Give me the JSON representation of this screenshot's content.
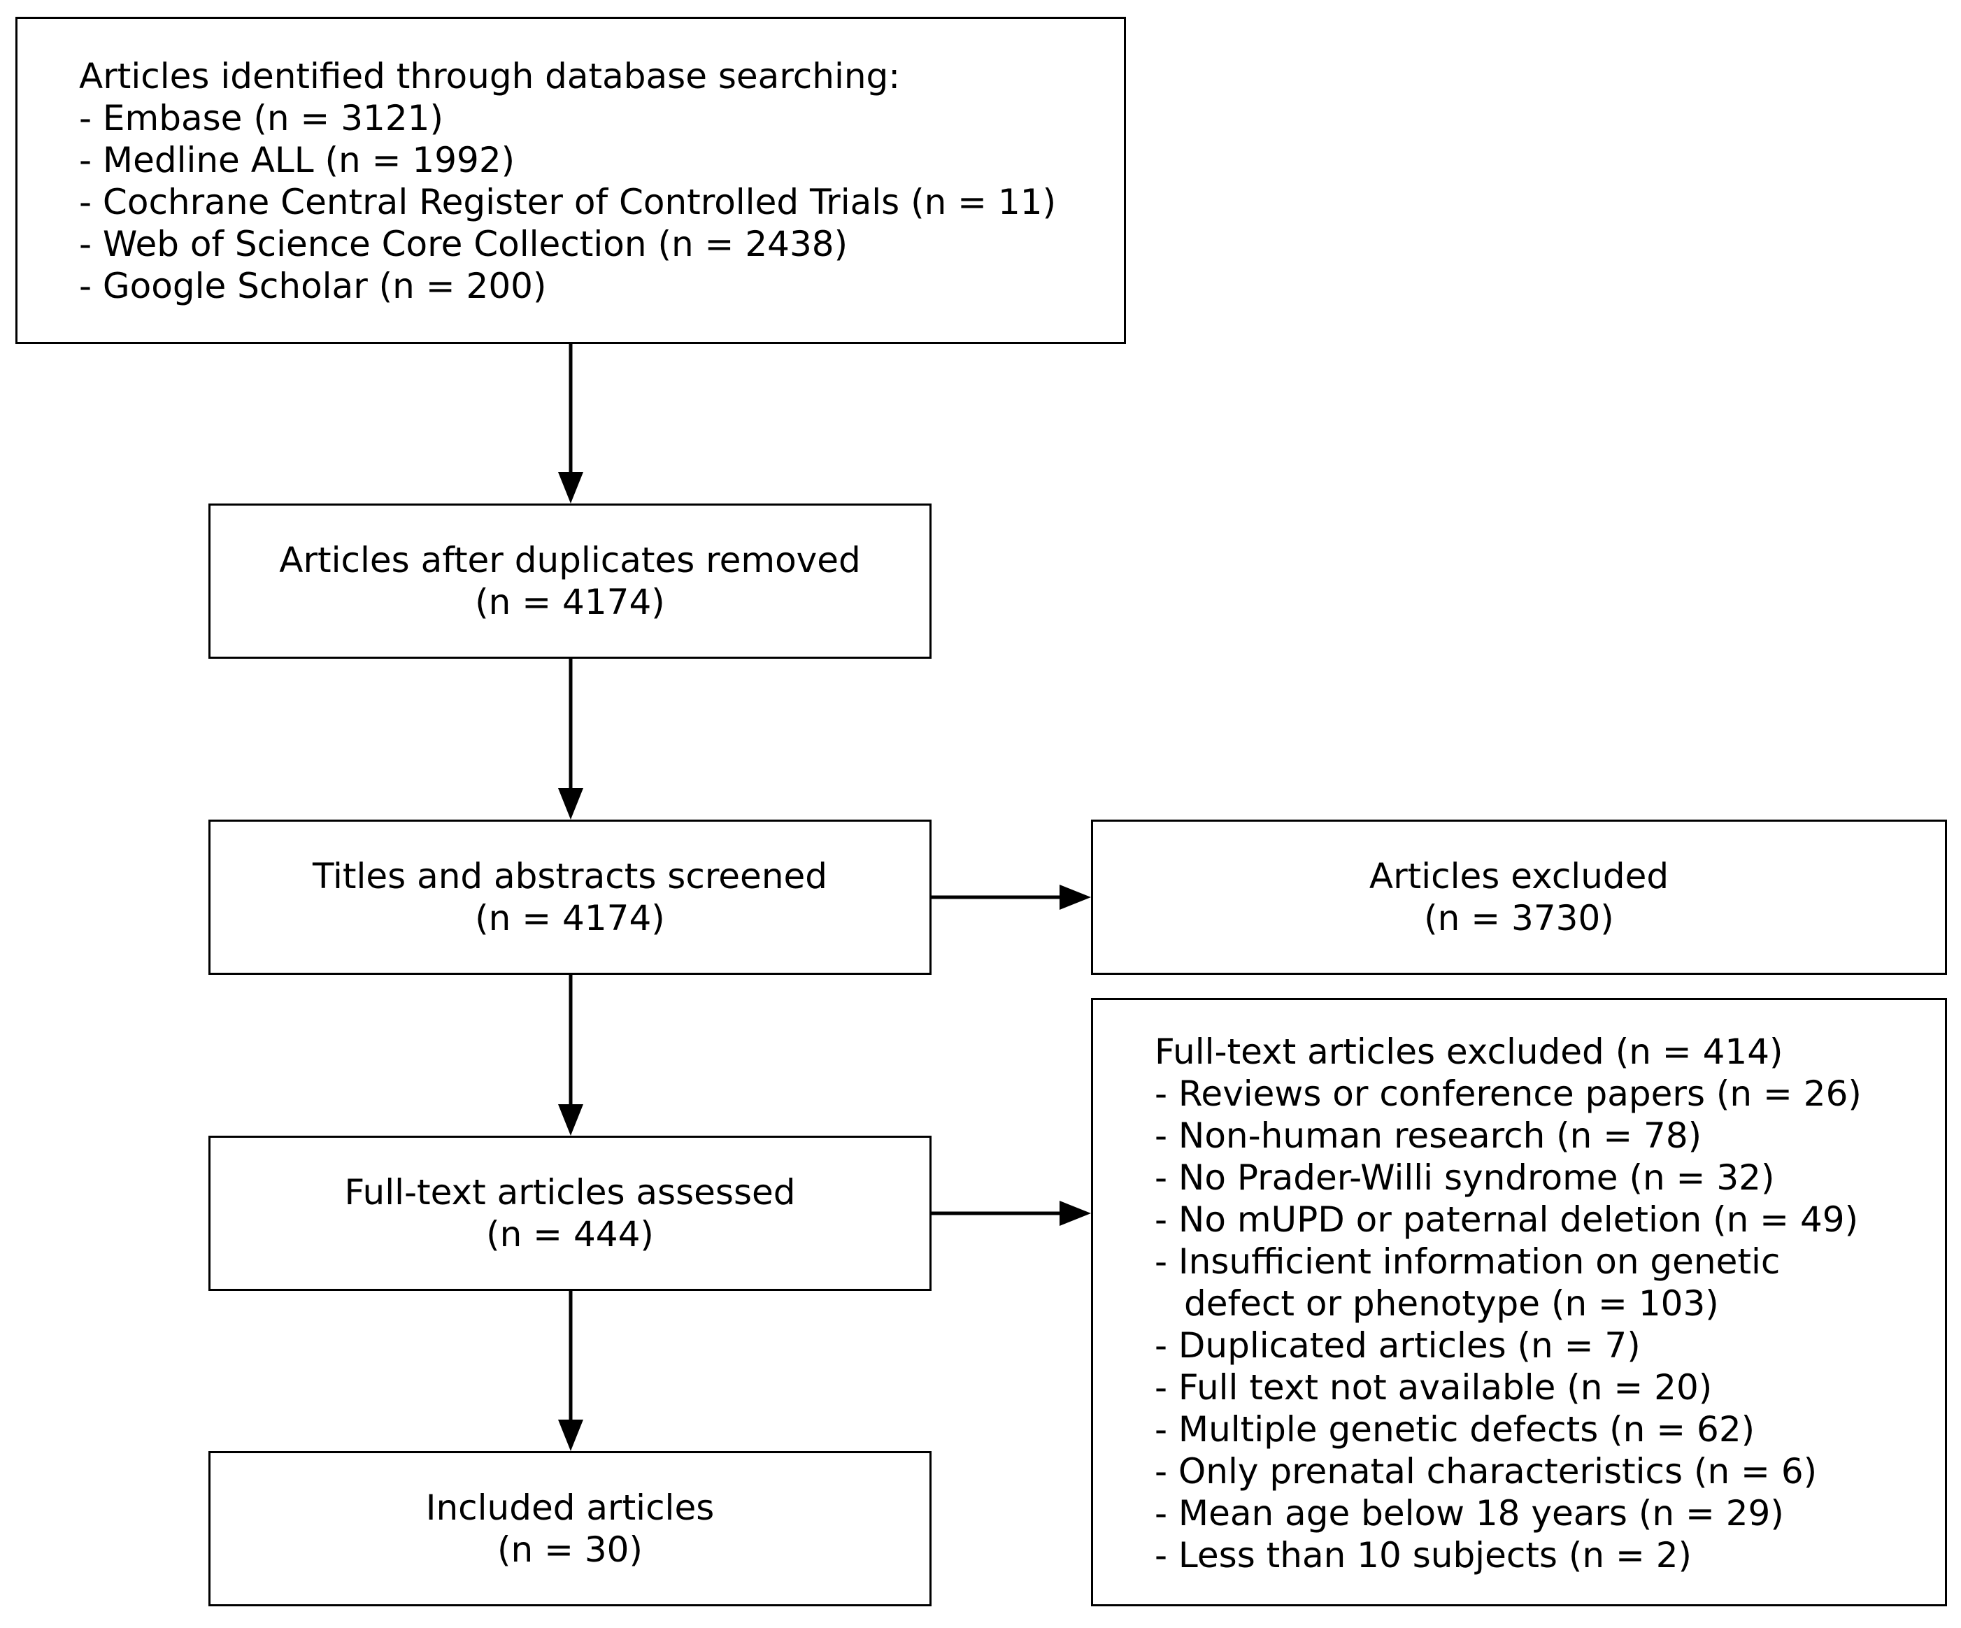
{
  "search_box": {
    "heading": "Articles identified through database searching:",
    "items": [
      "- Embase (n = 3121)",
      "- Medline ALL (n = 1992)",
      "- Cochrane Central Register of Controlled Trials (n = 11)",
      "- Web of Science Core Collection (n = 2438)",
      "- Google Scholar (n = 200)"
    ]
  },
  "dedup_box": {
    "title": "Articles after duplicates removed",
    "count": "(n = 4174)"
  },
  "screen_box": {
    "title": "Titles and abstracts screened",
    "count": "(n = 4174)"
  },
  "excluded_box": {
    "title": "Articles excluded",
    "count": "(n = 3730)"
  },
  "fulltext_box": {
    "title": "Full-text articles assessed",
    "count": "(n = 444)"
  },
  "included_box": {
    "title": "Included articles",
    "count": "(n = 30)"
  },
  "fulltext_excluded_box": {
    "heading": "Full-text articles excluded (n = 414)",
    "items": [
      "- Reviews or conference papers (n = 26)",
      "- Non-human research (n = 78)",
      "- No Prader-Willi syndrome (n = 32)",
      "- No mUPD or paternal deletion (n = 49)",
      "- Insufficient information on genetic",
      "defect or phenotype (n = 103)",
      "- Duplicated articles (n = 7)",
      "- Full text not available (n = 20)",
      "- Multiple genetic defects (n = 62)",
      "- Only prenatal characteristics (n = 6)",
      "- Mean age below 18 years (n = 29)",
      "- Less than 10 subjects (n = 2)"
    ]
  }
}
